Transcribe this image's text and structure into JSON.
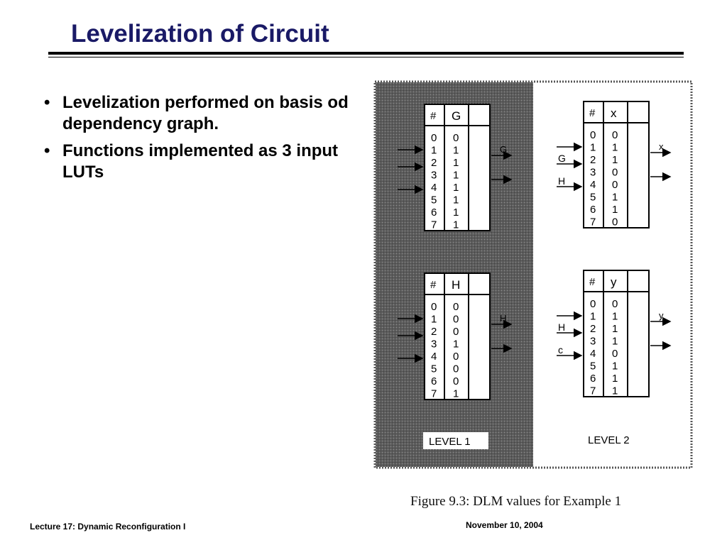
{
  "slide": {
    "title": "Levelization of Circuit",
    "bullets": [
      "Levelization performed on basis od dependency graph.",
      "Functions implemented as 3 input LUTs"
    ]
  },
  "figure": {
    "caption": "Figure 9.3:  DLM values for Example 1",
    "levels": [
      {
        "label": "LEVEL 1",
        "tables": [
          {
            "header": [
              "#",
              "G"
            ],
            "index": [
              "0",
              "1",
              "2",
              "3",
              "4",
              "5",
              "6",
              "7"
            ],
            "values": [
              "0",
              "1",
              "1",
              "1",
              "1",
              "1",
              "1",
              "1"
            ],
            "output": "G"
          },
          {
            "header": [
              "#",
              "H"
            ],
            "index": [
              "0",
              "1",
              "2",
              "3",
              "4",
              "5",
              "6",
              "7"
            ],
            "values": [
              "0",
              "0",
              "0",
              "1",
              "0",
              "0",
              "0",
              "1"
            ],
            "output": "H"
          }
        ]
      },
      {
        "label": "LEVEL 2",
        "tables": [
          {
            "header": [
              "#",
              "x"
            ],
            "index": [
              "0",
              "1",
              "2",
              "3",
              "4",
              "5",
              "6",
              "7"
            ],
            "values": [
              "0",
              "1",
              "1",
              "0",
              "0",
              "1",
              "1",
              "0"
            ],
            "inputs": [
              "G",
              "H"
            ],
            "output": "x"
          },
          {
            "header": [
              "#",
              "y"
            ],
            "index": [
              "0",
              "1",
              "2",
              "3",
              "4",
              "5",
              "6",
              "7"
            ],
            "values": [
              "0",
              "1",
              "1",
              "1",
              "0",
              "1",
              "1",
              "1"
            ],
            "inputs": [
              "H",
              "c"
            ],
            "output": "y"
          }
        ]
      }
    ]
  },
  "footer": {
    "left": "Lecture 17: Dynamic Reconfiguration I",
    "right": "November 10, 2004"
  }
}
